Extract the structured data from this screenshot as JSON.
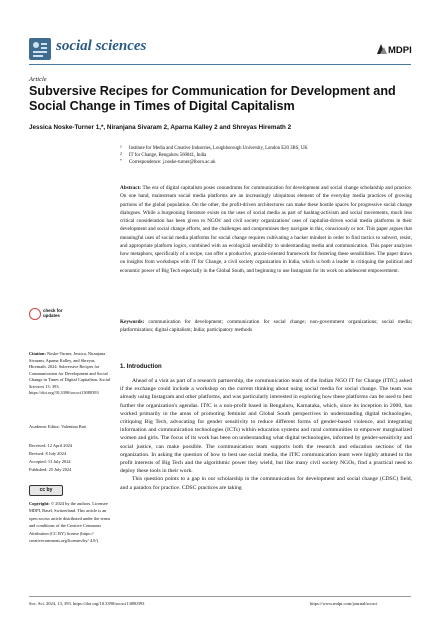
{
  "header": {
    "journal_name": "social sciences",
    "publisher_logo": "MDPI"
  },
  "article": {
    "type": "Article",
    "title": "Subversive Recipes for Communication for Development and Social Change in Times of Digital Capitalism",
    "authors": "Jessica Noske-Turner 1,*, Niranjana Sivaram 2, Aparna Kalley 2 and Shreyas Hiremath 2",
    "affiliations": [
      {
        "mark": "1",
        "text": "Institute for Media and Creative Industries, Loughborough University, London E20 3BS, UK"
      },
      {
        "mark": "2",
        "text": "IT for Change, Bengaluru 560041, India"
      },
      {
        "mark": "*",
        "text": "Correspondence: j.noske-turner@lboro.ac.uk"
      }
    ],
    "abstract_label": "Abstract:",
    "abstract": "The era of digital capitalism poses conundrums for communication for development and social change scholarship and practice. On one hand, mainstream social media platforms are an increasingly ubiquitous element of the everyday media practices of growing portions of the global population. On the other, the profit-driven architectures can make these hostile spaces for progressive social change dialogues. While a burgeoning literature exists on the uses of social media as part of hashtag-activism and social movements, much less critical consideration has been given to NGOs' and civil society organizations' uses of capitalist-driven social media platforms in their development and social change efforts, and the challenges and compromises they navigate in this, consciously or not. This paper argues that meaningful uses of social media platforms for social change requires cultivating a hacker mindset in order to find tactics to subvert, resist, and appropriate platform logics, combined with an ecological sensibility to understanding media and communication. This paper analyzes how metaphors, specifically of a recipe, can offer a productive, praxis-oriented framework for fostering these sensibilities. The paper draws on insights from workshops with IT for Change, a civil society organization in India, which is both a leader in critiquing the political and economic power of Big Tech especially in the Global South, and beginning to use Instagram for its work on adolescent empowerment.",
    "keywords_label": "Keywords:",
    "keywords": "communication for development; communication for social change; non-government organizations; social media; platformization; digital capitalism; India; participatory methods"
  },
  "sidebar": {
    "updates_line1": "check for",
    "updates_line2": "updates",
    "citation_label": "Citation:",
    "citation_text": "Noske-Turner, Jessica, Niranjana Sivaram, Aparna Kalley, and Shreyas Hiremath. 2024. Subversive Recipes for Communication for Development and Social Change in Times of Digital Capitalism.",
    "citation_journal": "Social Sciences",
    "citation_tail": "13: 393. https://doi.org/10.3390/socsci13080393",
    "editor": "Academic Editor: Valentina Baú",
    "dates": [
      "Received: 12 April 2024",
      "Revised: 8 July 2024",
      "Accepted: 13 July 2024",
      "Published: 25 July 2024"
    ],
    "cc_badge": "cc by",
    "copyright_label": "Copyright:",
    "copyright_text": "© 2024 by the authors. Licensee MDPI, Basel, Switzerland. This article is an open access article distributed under the terms and conditions of the Creative Commons Attribution (CC BY) license (https:// creativecommons.org/licenses/by/ 4.0/)."
  },
  "body": {
    "section_title": "1. Introduction",
    "paragraphs": [
      "Ahead of a visit as part of a research partnership, the communication team of the Indian NGO IT for Change (ITfC) asked if the exchange could include a workshop on the current thinking about using social media for social change. The team was already using Instagram and other platforms, and was particularly interested in exploring how these platforms can be used to best further the organization's agendas. ITfC is a non-profit based in Bengaluru, Karnataka, which, since its inception in 2000, has worked primarily in the areas of promoting feminist and Global South perspectives in understanding digital technologies, critiquing Big Tech, advocating for gender sensitivity to reduce different forms of gender-based violence, and integrating information and communication technologies (ICTs) within education systems and rural communities to empower marginalized women and girls. The focus of its work has been on understanding what digital technologies, informed by gender-sensitivity and social justice, can make possible. The communication team supports both the research and education sections of the organization. In asking the question of how to best use social media, the ITfC communication team were highly attuned to the profit interests of Big Tech and the algorithmic power they wield, but like many civil society NGOs, find a practical need to deploy these tools in their work.",
      "This question points to a gap in our scholarship in the communication for development and social change (CDSC) field, and a paradox for practice. CDSC practices are taking"
    ]
  },
  "footer": {
    "citation": "Soc. Sci. 2024, 13, 393. https://doi.org/10.3390/socsci13080393",
    "url": "https://www.mdpi.com/journal/socsci"
  }
}
